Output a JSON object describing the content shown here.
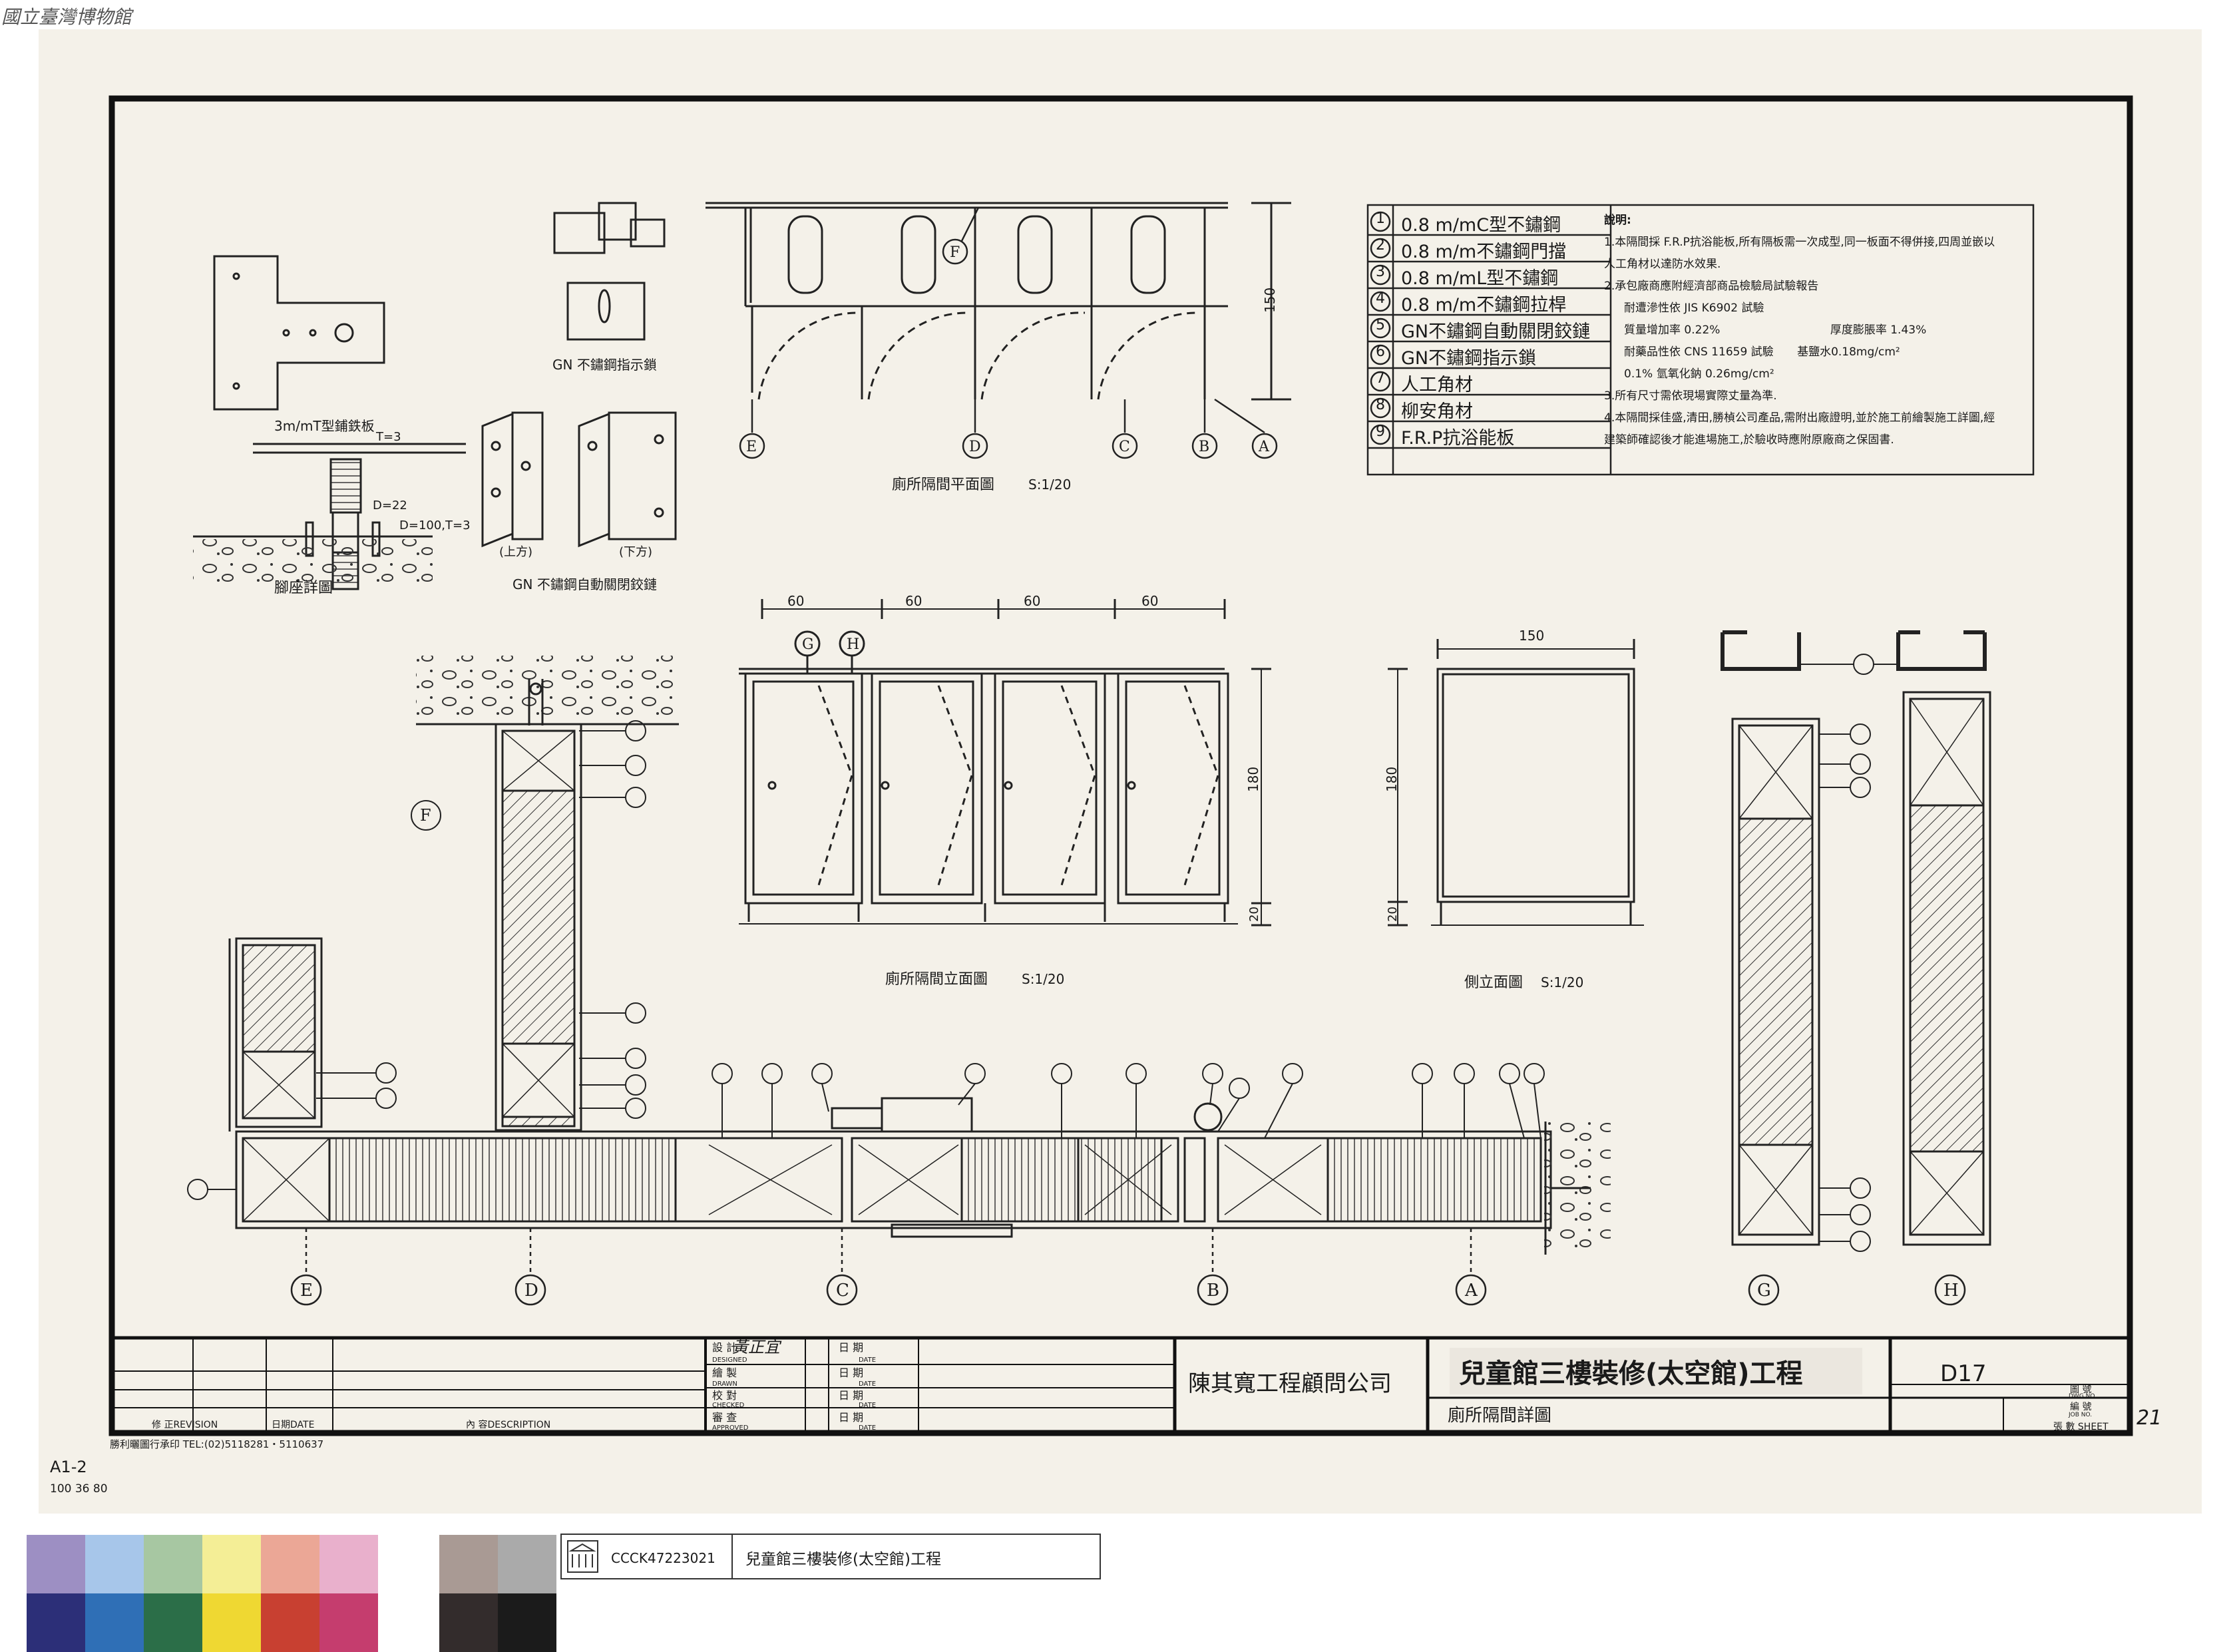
{
  "museum_mark": "國立臺灣博物館",
  "titles": {
    "bracket_detail": "3m/mT型鋪鉄板",
    "leg_detail": "腳座詳圖",
    "indicator_lock": "GN 不鏽鋼指示鎖",
    "hinge": "GN 不鏽鋼自動關閉鉸鏈",
    "hinge_up": "(上方)",
    "hinge_down": "(下方)",
    "plan": "廁所隔間平面圖",
    "plan_scale": "S:1/20",
    "elevation": "廁所隔間立面圖",
    "elevation_scale": "S:1/20",
    "side": "側立面圖",
    "side_scale": "S:1/20"
  },
  "leg_dims": {
    "t": "T=3",
    "d": "D=22",
    "base": "D=100,T=3"
  },
  "dims": {
    "plan_depth": "150",
    "elev_widths": [
      "60",
      "60",
      "60",
      "60"
    ],
    "elev_height": "180",
    "elev_foot": "20",
    "side_width": "150",
    "side_height": "180",
    "side_foot": "20"
  },
  "grid_labels": {
    "e": "E",
    "d": "D",
    "c": "C",
    "b": "B",
    "a": "A",
    "f": "F",
    "g": "G",
    "h": "H"
  },
  "legend": [
    {
      "num": "1",
      "text": "0.8 m/mC型不鏽鋼"
    },
    {
      "num": "2",
      "text": "0.8 m/m不鏽鋼門擋"
    },
    {
      "num": "3",
      "text": "0.8 m/mL型不鏽鋼"
    },
    {
      "num": "4",
      "text": "0.8 m/m不鏽鋼拉桿"
    },
    {
      "num": "5",
      "text": "GN不鏽鋼自動關閉鉸鏈"
    },
    {
      "num": "6",
      "text": "GN不鏽鋼指示鎖"
    },
    {
      "num": "7",
      "text": "人工角材"
    },
    {
      "num": "8",
      "text": "柳安角材"
    },
    {
      "num": "9",
      "text": "F.R.P抗浴能板"
    }
  ],
  "notes": {
    "heading": "說明:",
    "n1": "1.本隔間採 F.R.P抗浴能板,所有隔板需一次成型,同一板面不得併接,四周並嵌以人工角材以達防水效果.",
    "n2": "2.承包廠商應附經濟部商品檢驗局試驗報告",
    "n2a": "耐遭滲性依 JIS K6902 試驗",
    "n2b": "質量增加率 0.22%",
    "n2c": "厚度膨脹率 1.43%",
    "n2d": "耐藥品性依 CNS 11659 試驗",
    "n2e": "基鹽水0.18mg/cm²",
    "n2f": "0.1% 氫氧化鈉 0.26mg/cm²",
    "n3": "3.所有尺寸需依現場實際丈量為準.",
    "n4": "4.本隔間採佳盛,清田,勝楨公司產品,需附出廠證明,並於施工前繪製施工詳圖,經建築師確認後才能進場施工,於驗收時應附原廠商之保固書."
  },
  "title_block": {
    "rev_label": "修 正REVISION",
    "date_label": "日期DATE",
    "desc_label": "內 容DESCRIPTION",
    "designed_label": "設 計",
    "designed_en": "DESIGNED",
    "designer": "黃正宜",
    "drawn_label": "繪 製",
    "drawn_en": "DRAWN",
    "checked_label": "校 對",
    "checked_en": "CHECKED",
    "approved_label": "審 查",
    "approved_en": "APPROVED",
    "date_cell": "日 期",
    "date_en": "DATE",
    "company": "陳其寬工程顧問公司",
    "project": "兒童館三樓裝修(太空館)工程",
    "drawing_title": "廁所隔間詳圖",
    "dwg_label": "圖 號",
    "dwg_en": "DWG NO.",
    "dwg_no": "D17",
    "job_label": "編 號",
    "job_en": "JOB NO.",
    "sheet_label": "張 數 SHEET",
    "sheet_no": "21"
  },
  "printer": "勝利曬圖行承印 TEL:(02)5118281・5110637",
  "paper_code": "A1-2",
  "paper_nums": "100   36   80",
  "archive": {
    "id": "CCCK47223021",
    "title": "兒童館三樓裝修(太空館)工程"
  },
  "colors": {
    "paper": "#f4f1e9",
    "ink": "#1a1a1a",
    "swatches_top": [
      "#9d8fc3",
      "#a7c6ea",
      "#a7c7a2",
      "#f4ee96",
      "#eba796",
      "#e9b0cc"
    ],
    "swatches_bottom": [
      "#2c2f78",
      "#2f6fb6",
      "#2b6e48",
      "#efd832",
      "#c84031",
      "#c53d6e"
    ],
    "greys_top": [
      "#a99a94",
      "#aaaaaa"
    ],
    "greys_bottom": [
      "#332c2c",
      "#1b1b1b"
    ]
  }
}
